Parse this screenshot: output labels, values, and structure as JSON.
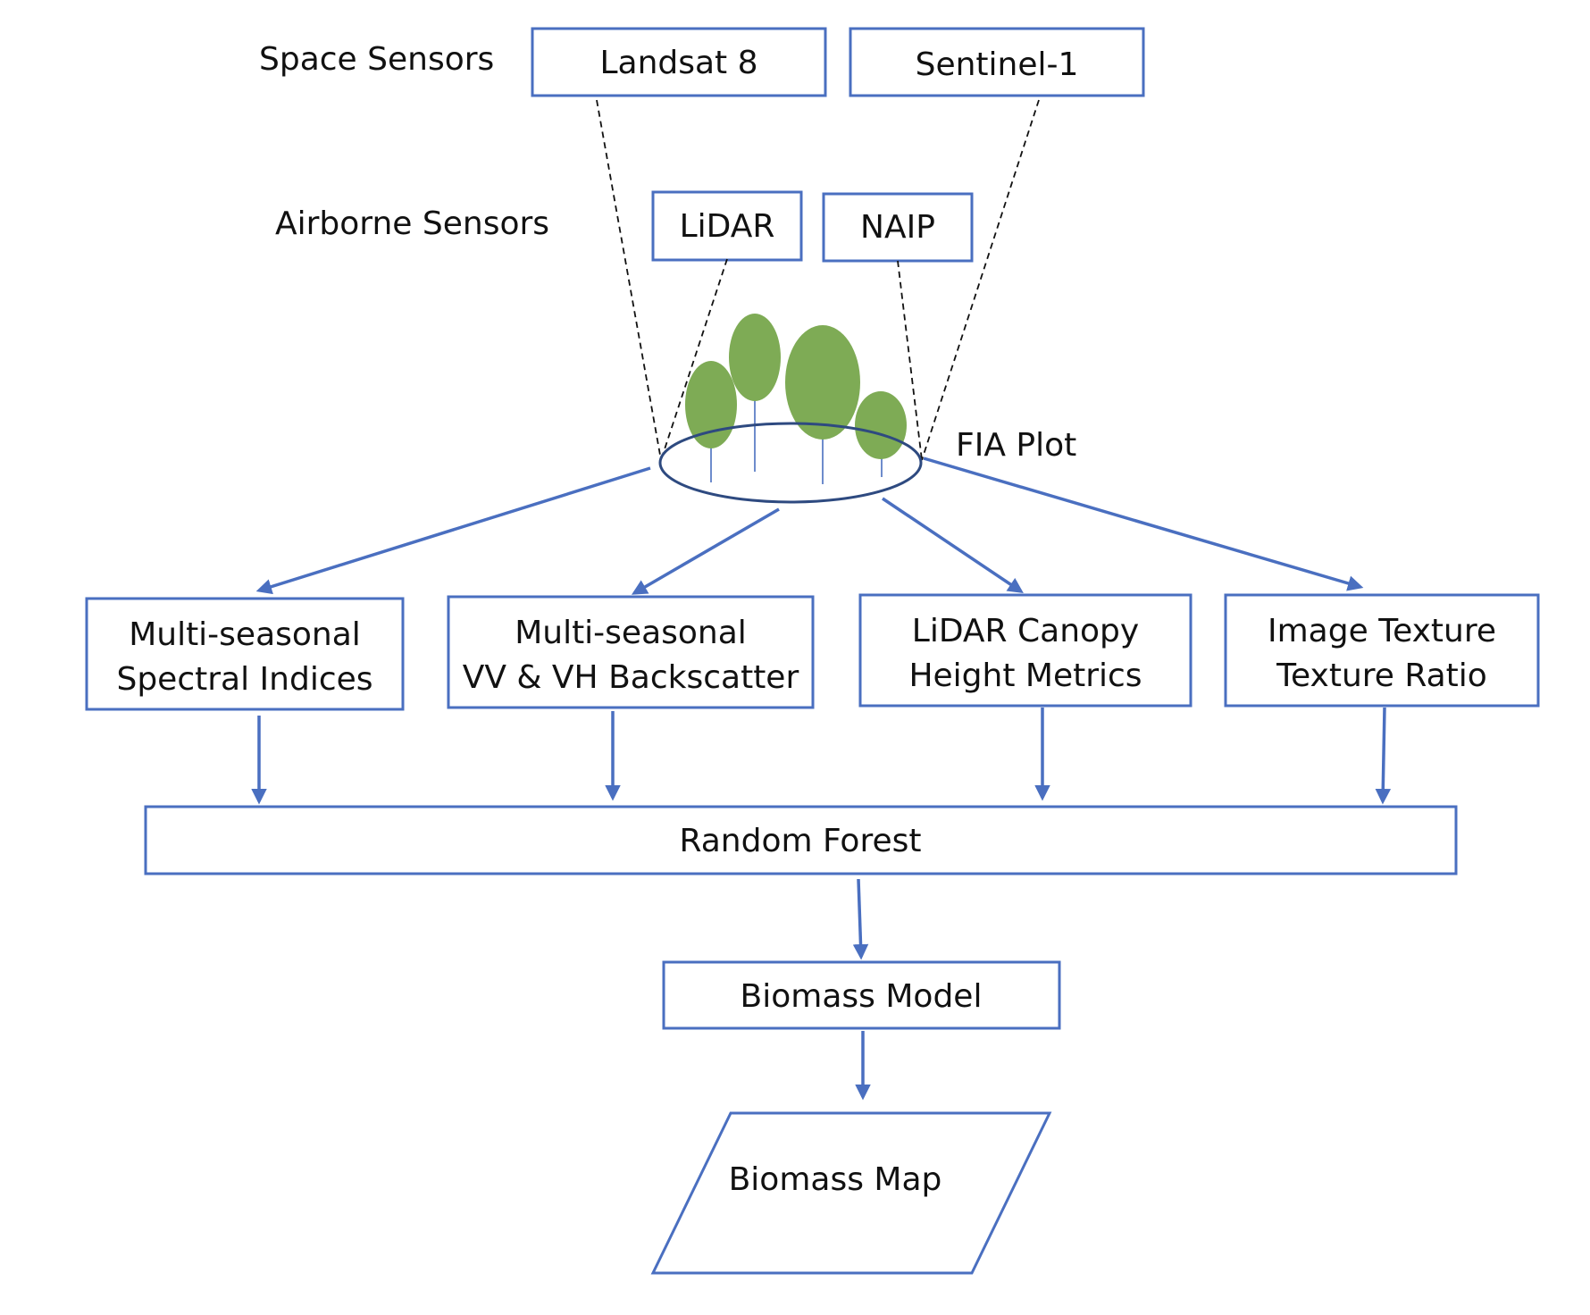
{
  "labels": {
    "space_sensors": "Space Sensors",
    "airborne_sensors": "Airborne Sensors",
    "fia_plot": "FIA Plot"
  },
  "sensors": {
    "landsat": "Landsat 8",
    "sentinel": "Sentinel-1",
    "lidar": "LiDAR",
    "naip": "NAIP"
  },
  "features": [
    {
      "line1": "Multi-seasonal",
      "line2": "Spectral Indices"
    },
    {
      "line1": "Multi-seasonal",
      "line2": "VV & VH Backscatter"
    },
    {
      "line1": "LiDAR Canopy",
      "line2": "Height Metrics"
    },
    {
      "line1": "Image Texture",
      "line2": "Texture Ratio"
    }
  ],
  "random_forest": "Random Forest",
  "biomass_model": "Biomass Model",
  "biomass_map": "Biomass Map",
  "colors": {
    "box_stroke": "#4a6fc0",
    "arrow": "#4a6fc0",
    "tree": "#7eab55"
  }
}
